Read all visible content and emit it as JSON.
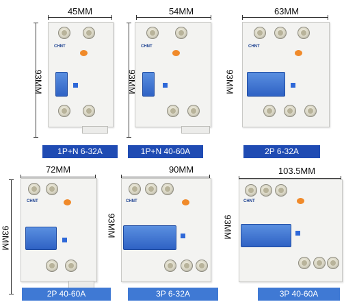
{
  "colors": {
    "tag_bg": "#1f4bb3",
    "lever_blue": "#2f62c4",
    "indicator_orange": "#f08a2a"
  },
  "height_label": "93MM",
  "brand_text": "CHNT",
  "products": [
    {
      "width_label": "45MM",
      "tag": "1P+N 6-32A"
    },
    {
      "width_label": "54MM",
      "tag": "1P+N  40-60A"
    },
    {
      "width_label": "63MM",
      "tag": "2P 6-32A"
    },
    {
      "width_label": "72MM",
      "tag": "2P  40-60A"
    },
    {
      "width_label": "90MM",
      "tag": "3P 6-32A"
    },
    {
      "width_label": "103.5MM",
      "tag": "3P 40-60A"
    }
  ]
}
